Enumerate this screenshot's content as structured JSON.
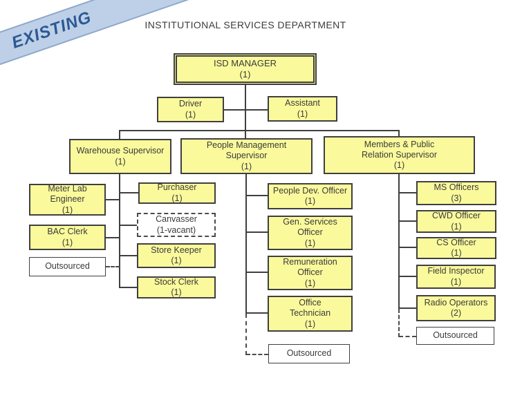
{
  "banner": {
    "label": "EXISTING"
  },
  "header": {
    "title": "INSTITUTIONAL SERVICES DEPARTMENT"
  },
  "colors": {
    "box_fill": "#FAFA9C",
    "box_border": "#3F3F3F",
    "connector_line": "#3F3F3F",
    "banner_fill": "#BDD0E7",
    "banner_border": "#8FA9CC",
    "banner_text": "#2D5894",
    "outsourced_fill": "#FFFFFF",
    "background": "#FFFFFF"
  },
  "nodes": {
    "isd_manager": {
      "lines": [
        "ISD MANAGER",
        "(1)"
      ]
    },
    "driver": {
      "lines": [
        "Driver",
        "(1)"
      ]
    },
    "assistant": {
      "lines": [
        "Assistant",
        "(1)"
      ]
    },
    "warehouse_supervisor": {
      "lines": [
        "Warehouse Supervisor",
        "(1)"
      ]
    },
    "people_mgmt_supervisor": {
      "lines": [
        "People Management",
        "Supervisor",
        "(1)"
      ]
    },
    "members_supervisor": {
      "lines": [
        "Members & Public",
        "Relation Supervisor",
        "(1)"
      ]
    },
    "meter_lab_engineer": {
      "lines": [
        "Meter Lab",
        "Engineer",
        "(1)"
      ]
    },
    "bac_clerk": {
      "lines": [
        "BAC Clerk",
        "(1)"
      ]
    },
    "outsourced_left": {
      "lines": [
        "Outsourced"
      ]
    },
    "purchaser": {
      "lines": [
        "Purchaser",
        "(1)"
      ]
    },
    "canvasser": {
      "lines": [
        "Canvasser",
        "(1-vacant)"
      ]
    },
    "store_keeper": {
      "lines": [
        "Store Keeper",
        "(1)"
      ]
    },
    "stock_clerk": {
      "lines": [
        "Stock Clerk",
        "(1)"
      ]
    },
    "people_dev_officer": {
      "lines": [
        "People Dev. Officer",
        "(1)"
      ]
    },
    "gen_services_officer": {
      "lines": [
        "Gen. Services",
        "Officer",
        "(1)"
      ]
    },
    "remuneration_officer": {
      "lines": [
        "Remuneration",
        "Officer",
        "(1)"
      ]
    },
    "office_technician": {
      "lines": [
        "Office",
        "Technician",
        "(1)"
      ]
    },
    "outsourced_middle": {
      "lines": [
        "Outsourced"
      ]
    },
    "ms_officers": {
      "lines": [
        "MS Officers",
        "(3)"
      ]
    },
    "cwd_officer": {
      "lines": [
        "CWD Officer",
        "(1)"
      ]
    },
    "cs_officer": {
      "lines": [
        "CS Officer",
        "(1)"
      ]
    },
    "field_inspector": {
      "lines": [
        "Field Inspector",
        "(1)"
      ]
    },
    "radio_operators": {
      "lines": [
        "Radio Operators",
        "(2)"
      ]
    },
    "outsourced_right": {
      "lines": [
        "Outsourced"
      ]
    }
  }
}
